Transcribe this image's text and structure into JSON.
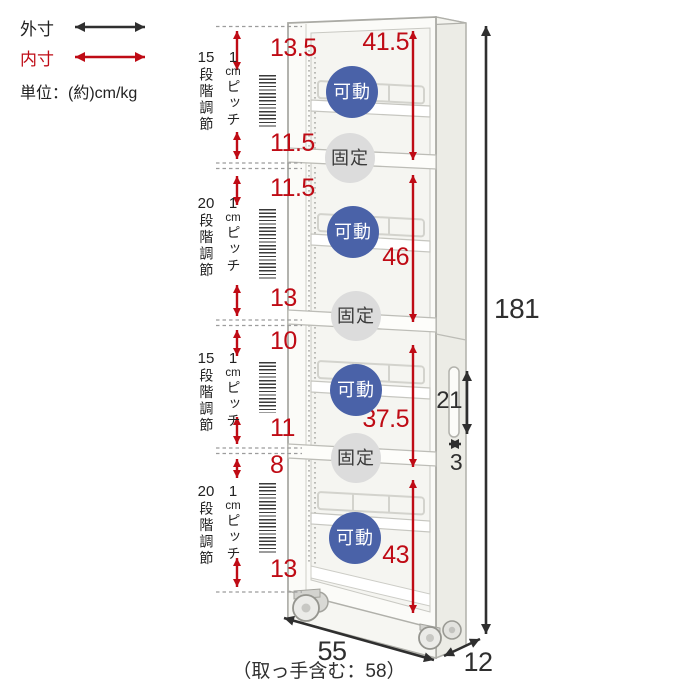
{
  "legend": {
    "outer_label": "外寸",
    "inner_label": "内寸",
    "unit_label": "単位：(約)cm/kg"
  },
  "colors": {
    "dim_red": "#bf0b15",
    "dim_black": "#2f2f2f",
    "movable_blue": "#4a62a8",
    "fixed_gray": "#dcdcdc"
  },
  "badges": {
    "movable": "可動",
    "fixed": "固定"
  },
  "adjust_groups": [
    {
      "steps_num": "15",
      "steps_text": "段階調節",
      "pitch_num": "1",
      "pitch_unit": "cm",
      "pitch_text": "ピッチ"
    },
    {
      "steps_num": "20",
      "steps_text": "段階調節",
      "pitch_num": "1",
      "pitch_unit": "cm",
      "pitch_text": "ピッチ"
    },
    {
      "steps_num": "15",
      "steps_text": "段階調節",
      "pitch_num": "1",
      "pitch_unit": "cm",
      "pitch_text": "ピッチ"
    },
    {
      "steps_num": "20",
      "steps_text": "段階調節",
      "pitch_num": "1",
      "pitch_unit": "cm",
      "pitch_text": "ピッチ"
    }
  ],
  "left_dims": [
    "13.5",
    "11.5",
    "11.5",
    "13",
    "10",
    "11",
    "8",
    "13"
  ],
  "inner_heights": [
    "41.5",
    "46",
    "37.5",
    "43"
  ],
  "outer_dims": {
    "height": "181",
    "width": "55",
    "width_note": "（取っ手含む：58）",
    "depth": "12",
    "handle_length": "21",
    "handle_depth": "3"
  }
}
